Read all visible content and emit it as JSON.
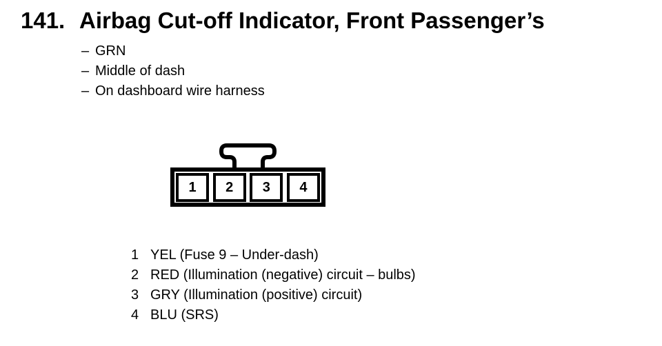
{
  "page": {
    "item_number": "141.",
    "title": "Airbag Cut-off Indicator, Front Passenger’s",
    "list_marker": "–",
    "attributes": [
      "GRN",
      "Middle of dash",
      "On dashboard wire harness"
    ],
    "connector": {
      "cavities": [
        "1",
        "2",
        "3",
        "4"
      ]
    },
    "pins": [
      {
        "number": "1",
        "description": "YEL (Fuse 9 – Under-dash)"
      },
      {
        "number": "2",
        "description": "RED (Illumination (negative) circuit – bulbs)"
      },
      {
        "number": "3",
        "description": "GRY (Illumination (positive) circuit)"
      },
      {
        "number": "4",
        "description": "BLU (SRS)"
      }
    ],
    "colors": {
      "ink": "#000000",
      "paper": "#ffffff"
    }
  }
}
